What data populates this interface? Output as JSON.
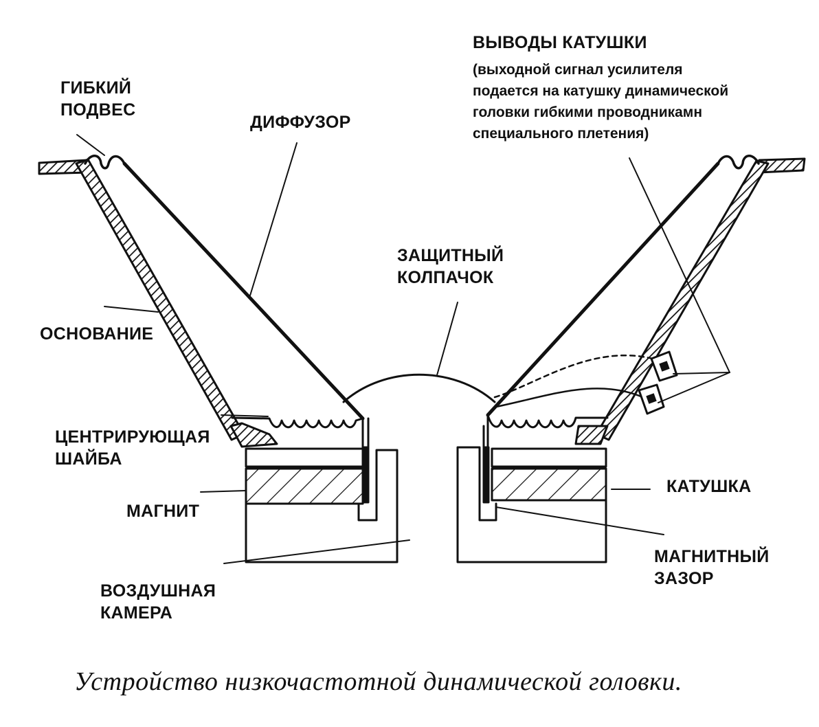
{
  "labels": {
    "suspension": [
      "ГИБКИЙ",
      "ПОДВЕС"
    ],
    "diffuser": "ДИФФУЗОР",
    "coil_leads_title": "ВЫВОДЫ КАТУШКИ",
    "coil_leads_note": [
      "(выходной сигнал усилителя",
      "подается на катушку динамической",
      "головки гибкими проводникамн",
      "специального плетения)"
    ],
    "dust_cap": [
      "ЗАЩИТНЫЙ",
      "КОЛПАЧОК"
    ],
    "basket": "ОСНОВАНИЕ",
    "spider": [
      "ЦЕНТРИРУЮЩАЯ",
      "ШАЙБА"
    ],
    "magnet": "МАГНИТ",
    "coil": "КАТУШКА",
    "magnetic_gap": [
      "МАГНИТНЫЙ",
      "ЗАЗОР"
    ],
    "air_chamber": [
      "ВОЗДУШНАЯ",
      "КАМЕРА"
    ]
  },
  "caption": "Устройство низкочастотной динамической головки.",
  "colors": {
    "ink": "#111111",
    "paper": "#ffffff"
  }
}
